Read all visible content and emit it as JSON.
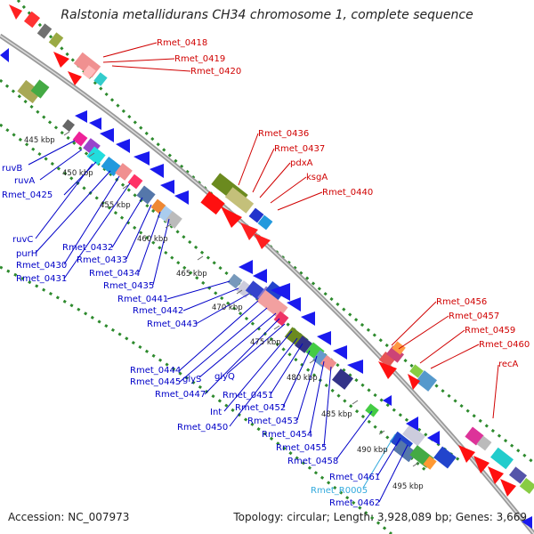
{
  "title": "Ralstonia metallidurans CH34 chromosome 1, complete sequence",
  "footer": {
    "accession_label": "Accession: NC_007973",
    "topology_label": "Topology: circular; Length: 3,928,089 bp; Genes: 3,669"
  },
  "colors": {
    "forward_label": "#d00000",
    "reverse_label": "#0000c8",
    "rna_label": "#33aadd",
    "backbone": "#9a9a9a",
    "dots": "#2d8a2d"
  },
  "ticks": [
    "445 kbp",
    "450 kbp",
    "455 kbp",
    "460 kbp",
    "465 kbp",
    "470 kbp",
    "475 kbp",
    "480 kbp",
    "485 kbp",
    "490 kbp",
    "495 kbp"
  ],
  "gene_labels": {
    "forward": [
      "Rmet_0418",
      "Rmet_0419",
      "Rmet_0420",
      "Rmet_0436",
      "Rmet_0437",
      "pdxA",
      "ksgA",
      "Rmet_0440",
      "Rmet_0456",
      "Rmet_0457",
      "Rmet_0459",
      "Rmet_0460",
      "recA"
    ],
    "reverse": [
      "ruvB",
      "ruvA",
      "Rmet_0425",
      "ruvC",
      "purH",
      "Rmet_0430",
      "Rmet_0431",
      "Rmet_0432",
      "Rmet_0433",
      "Rmet_0434",
      "Rmet_0435",
      "Rmet_0441",
      "Rmet_0442",
      "Rmet_0443",
      "Rmet_0444",
      "Rmet_0445",
      "glyS",
      "Rmet_0447",
      "glyQ",
      "Int",
      "Rmet_0450",
      "Rmet_0451",
      "Rmet_0452",
      "Rmet_0453",
      "Rmet_0454",
      "Rmet_0455",
      "Rmet_0458",
      "Rmet_0461",
      "Rmet_0462"
    ],
    "rna": [
      "Rmet_R0005"
    ]
  }
}
